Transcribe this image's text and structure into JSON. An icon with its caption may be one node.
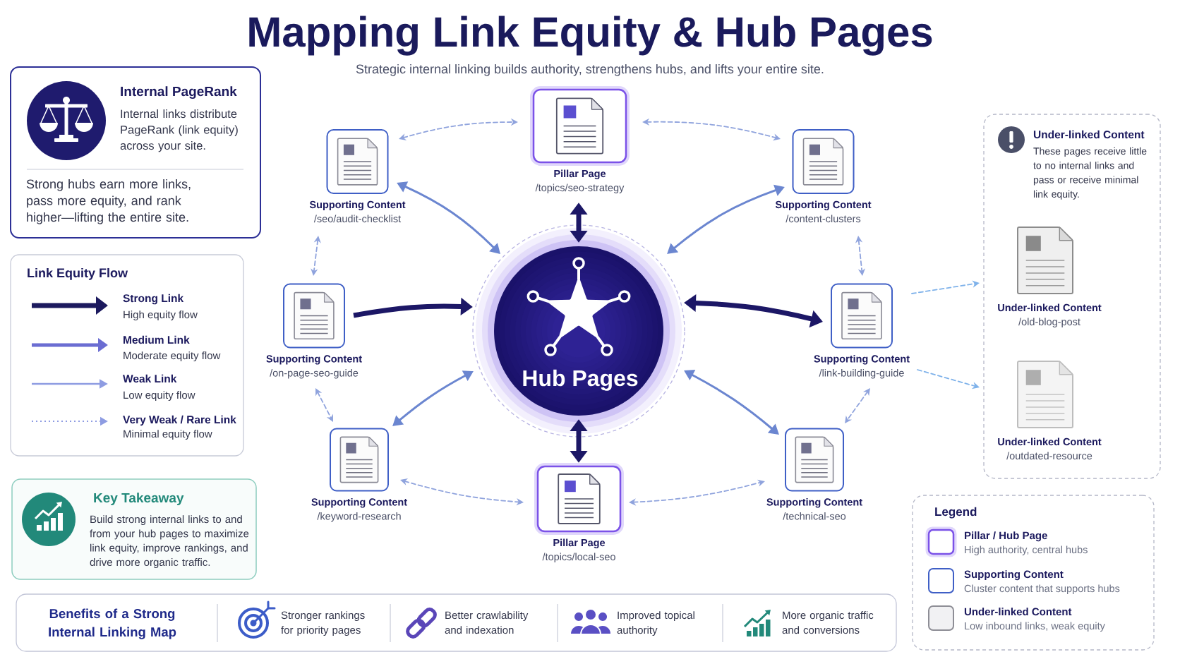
{
  "diagram": {
    "title": "Mapping Link Equity & Hub Pages",
    "nodes": [
      {
        "text": [
          "Internal PageRank",
          "Internal links distribute PageRank (link equity) across your site.",
          "Strong hubs earn more links, pass more equity, and rank higher—lifting the entire site."
        ]
      },
      {
        "text": [
          "Link Equity Flow"
        ]
      },
      {
        "text": [
          "Key Takeaway",
          "Build strong internal links to and from your hub pages to maximize link equity, improve rankings, and drive more organic traffic."
        ]
      },
      {
        "text": [
          "Pillar Page",
          "/topics/seo-strategy"
        ]
      },
      {
        "text": [
          "Supporting Content",
          "/seo/audit-checklist"
        ]
      },
      {
        "text": [
          "Supporting Content",
          "/content-clusters"
        ]
      },
      {
        "text": [
          "Supporting Content",
          "/on-page-seo-guide"
        ]
      },
      {
        "text": [
          "Hub Pages"
        ]
      },
      {
        "text": [
          "Supporting Content",
          "/link-building-guide"
        ]
      },
      {
        "text": [
          "Supporting Content",
          "/keyword-research"
        ]
      },
      {
        "text": [
          "Supporting Content",
          "/technical-seo"
        ]
      },
      {
        "text": [
          "Pillar Page",
          "/topics/local-seo"
        ]
      },
      {
        "text": [
          "Under-linked Content",
          "These pages receive little to no internal links and pass or receive minimal link equity."
        ]
      },
      {
        "text": [
          "Under-linked Content",
          "/old-blog-post"
        ],
        "in": 12
      },
      {
        "text": [
          "Under-linked Content",
          "/outdated-resource"
        ],
        "in": 12
      },
      {
        "text": [
          "Legend"
        ]
      },
      {
        "text": [
          "Benefits of a Strong Internal Linking Map",
          "Stronger rankings for priority pages",
          "Better crawlability and indexation",
          "Improved topical authority",
          "More organic traffic and conversions"
        ]
      }
    ],
    "edges": [
      {
        "from": 3,
        "to": 7,
        "arrow": "both",
        "style": "thick",
        "color": "#1c1766"
      },
      {
        "from": 4,
        "to": 7,
        "arrow": "both",
        "color": "#6b86d0"
      },
      {
        "from": 5,
        "to": 7,
        "arrow": "both",
        "color": "#6b86d0"
      },
      {
        "from": 6,
        "to": 7,
        "arrow": "to",
        "style": "thick",
        "color": "#1c1766"
      },
      {
        "from": 7,
        "to": 8,
        "arrow": "both",
        "style": "thick",
        "color": "#1c1766"
      },
      {
        "from": 9,
        "to": 7,
        "arrow": "both",
        "color": "#6b86d0"
      },
      {
        "from": 10,
        "to": 7,
        "arrow": "both",
        "color": "#6b86d0"
      },
      {
        "from": 11,
        "to": 7,
        "arrow": "both",
        "style": "thick",
        "color": "#1c1766"
      },
      {
        "from": 4,
        "to": 3,
        "arrow": "both",
        "style": "dashed"
      },
      {
        "from": 3,
        "to": 5,
        "arrow": "both",
        "style": "dashed"
      },
      {
        "from": 4,
        "to": 6,
        "arrow": "both",
        "style": "dashed"
      },
      {
        "from": 5,
        "to": 8,
        "arrow": "both",
        "style": "dashed"
      },
      {
        "from": 6,
        "to": 9,
        "arrow": "both",
        "style": "dashed"
      },
      {
        "from": 8,
        "to": 10,
        "arrow": "both",
        "style": "dashed"
      },
      {
        "from": 9,
        "to": 11,
        "arrow": "both",
        "style": "dashed"
      },
      {
        "from": 11,
        "to": 10,
        "arrow": "both",
        "style": "dashed"
      },
      {
        "from": 8,
        "to": 13,
        "arrow": "to",
        "style": "dashed",
        "color": "#7fb2ea"
      },
      {
        "from": 8,
        "to": 14,
        "arrow": "to",
        "style": "dashed",
        "color": "#7fb2ea"
      }
    ],
    "labels": [
      "Strategic internal linking builds authority, strengthens hubs, and lifts your entire site.",
      "High equity flow",
      "Moderate equity flow",
      "Low equity flow",
      "Minimal equity flow",
      "High authority, central hubs",
      "Cluster content that supports hubs",
      "Low inbound links, weak equity"
    ],
    "legend": [
      {
        "text": "Strong Link"
      },
      {
        "text": "Medium Link"
      },
      {
        "text": "Weak Link"
      },
      {
        "text": "Very Weak / Rare Link"
      },
      {
        "text": "Pillar / Hub Page"
      },
      {
        "text": "Supporting Content"
      },
      {
        "text": "Under-linked Content"
      }
    ]
  }
}
